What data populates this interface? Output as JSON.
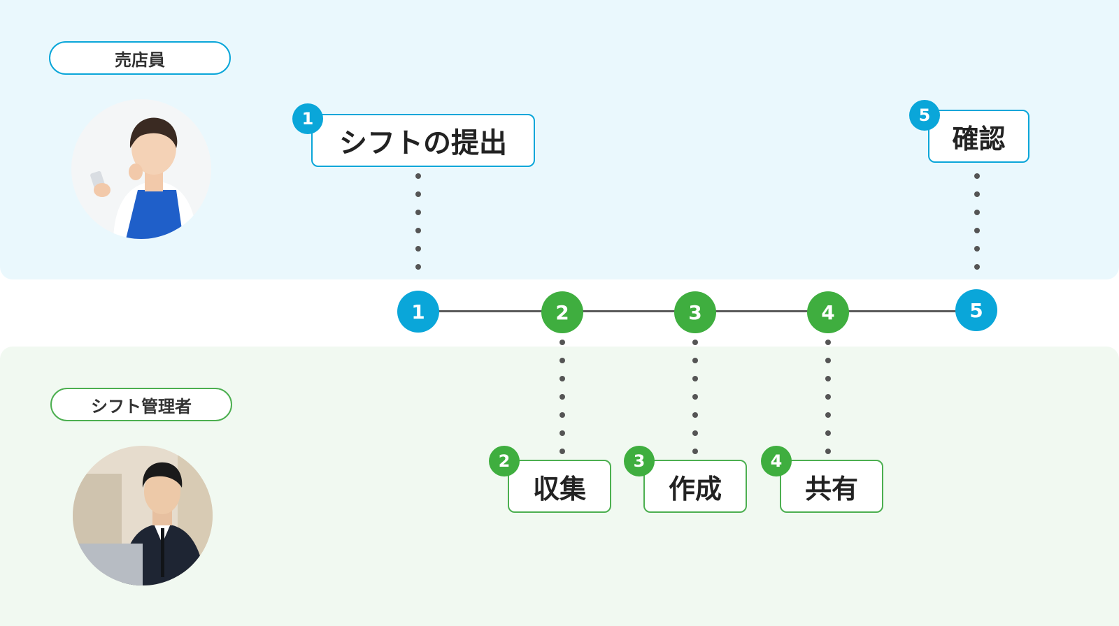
{
  "roles": {
    "top": "売店員",
    "bottom": "シフト管理者"
  },
  "steps": [
    {
      "num": "1",
      "label": "シフトの提出"
    },
    {
      "num": "2",
      "label": "収集"
    },
    {
      "num": "3",
      "label": "作成"
    },
    {
      "num": "4",
      "label": "共有"
    },
    {
      "num": "5",
      "label": "確認"
    }
  ],
  "colors": {
    "blue": "#0aa6d9",
    "green": "#3fae3f",
    "top_band": "#eaf8fd",
    "bottom_band": "#f1f9f1"
  }
}
